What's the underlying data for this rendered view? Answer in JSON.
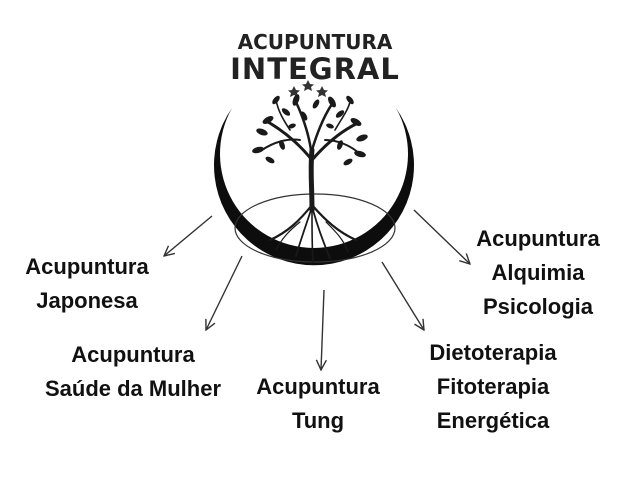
{
  "logo": {
    "line1": "ACUPUNTURA",
    "line2": "INTEGRAL",
    "stars": "★ ★ ★"
  },
  "branches": [
    {
      "id": "japonesa",
      "lines": [
        "Acupuntura",
        "Japonesa"
      ]
    },
    {
      "id": "saude-mulher",
      "lines": [
        "Acupuntura",
        "Saúde da Mulher"
      ]
    },
    {
      "id": "tung",
      "lines": [
        "Acupuntura",
        "Tung"
      ]
    },
    {
      "id": "dietoterapia",
      "lines": [
        "Dietoterapia",
        "Fitoterapia",
        "Energética"
      ]
    },
    {
      "id": "alquimia",
      "lines": [
        "Acupuntura",
        "Alquimia",
        "Psicologia"
      ]
    }
  ],
  "colors": {
    "ink": "#111111",
    "crescent": "#0d0d0d",
    "background": "#ffffff"
  },
  "icons": [
    "tree-icon",
    "crescent-moon-icon",
    "star-icon"
  ]
}
